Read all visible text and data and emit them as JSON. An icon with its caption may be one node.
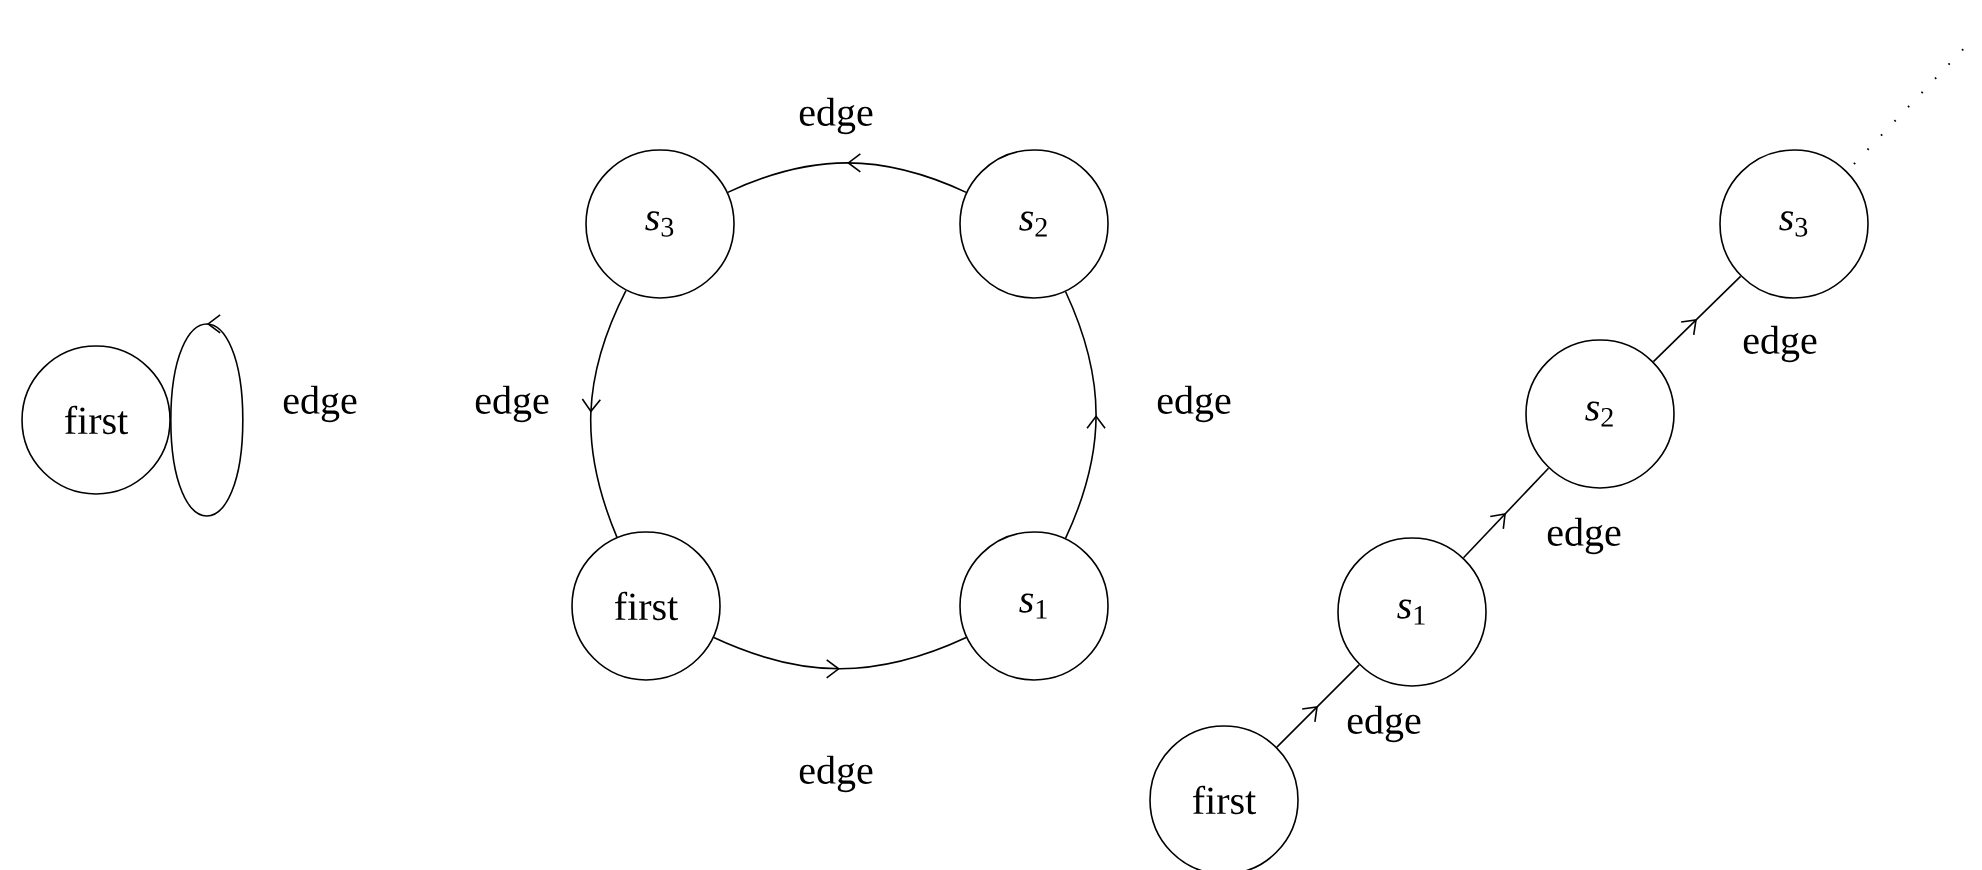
{
  "diagram": {
    "nodes": [
      {
        "text": [
          "first"
        ]
      },
      {
        "text": [
          "first"
        ]
      },
      {
        "text": [
          "*s*$_{1}$"
        ]
      },
      {
        "text": [
          "*s*$_{2}$"
        ]
      },
      {
        "text": [
          "*s*$_{3}$"
        ]
      },
      {
        "text": [
          "first"
        ]
      },
      {
        "text": [
          "*s*$_{1}$"
        ]
      },
      {
        "text": [
          "*s*$_{2}$"
        ]
      },
      {
        "text": [
          "*s*$_{3}$"
        ]
      }
    ],
    "edges": [
      {
        "from": 0,
        "to": 0,
        "arrow": "to",
        "label": "edge"
      },
      {
        "from": 1,
        "to": 2,
        "arrow": "to",
        "label": "edge"
      },
      {
        "from": 2,
        "to": 3,
        "arrow": "to",
        "label": "edge"
      },
      {
        "from": 3,
        "to": 4,
        "arrow": "to",
        "label": "edge"
      },
      {
        "from": 4,
        "to": 1,
        "arrow": "to",
        "label": "edge"
      },
      {
        "from": 5,
        "to": 6,
        "arrow": "to",
        "label": "edge"
      },
      {
        "from": 6,
        "to": 7,
        "arrow": "to",
        "label": "edge"
      },
      {
        "from": 7,
        "to": 8,
        "arrow": "to",
        "label": "edge"
      }
    ]
  }
}
